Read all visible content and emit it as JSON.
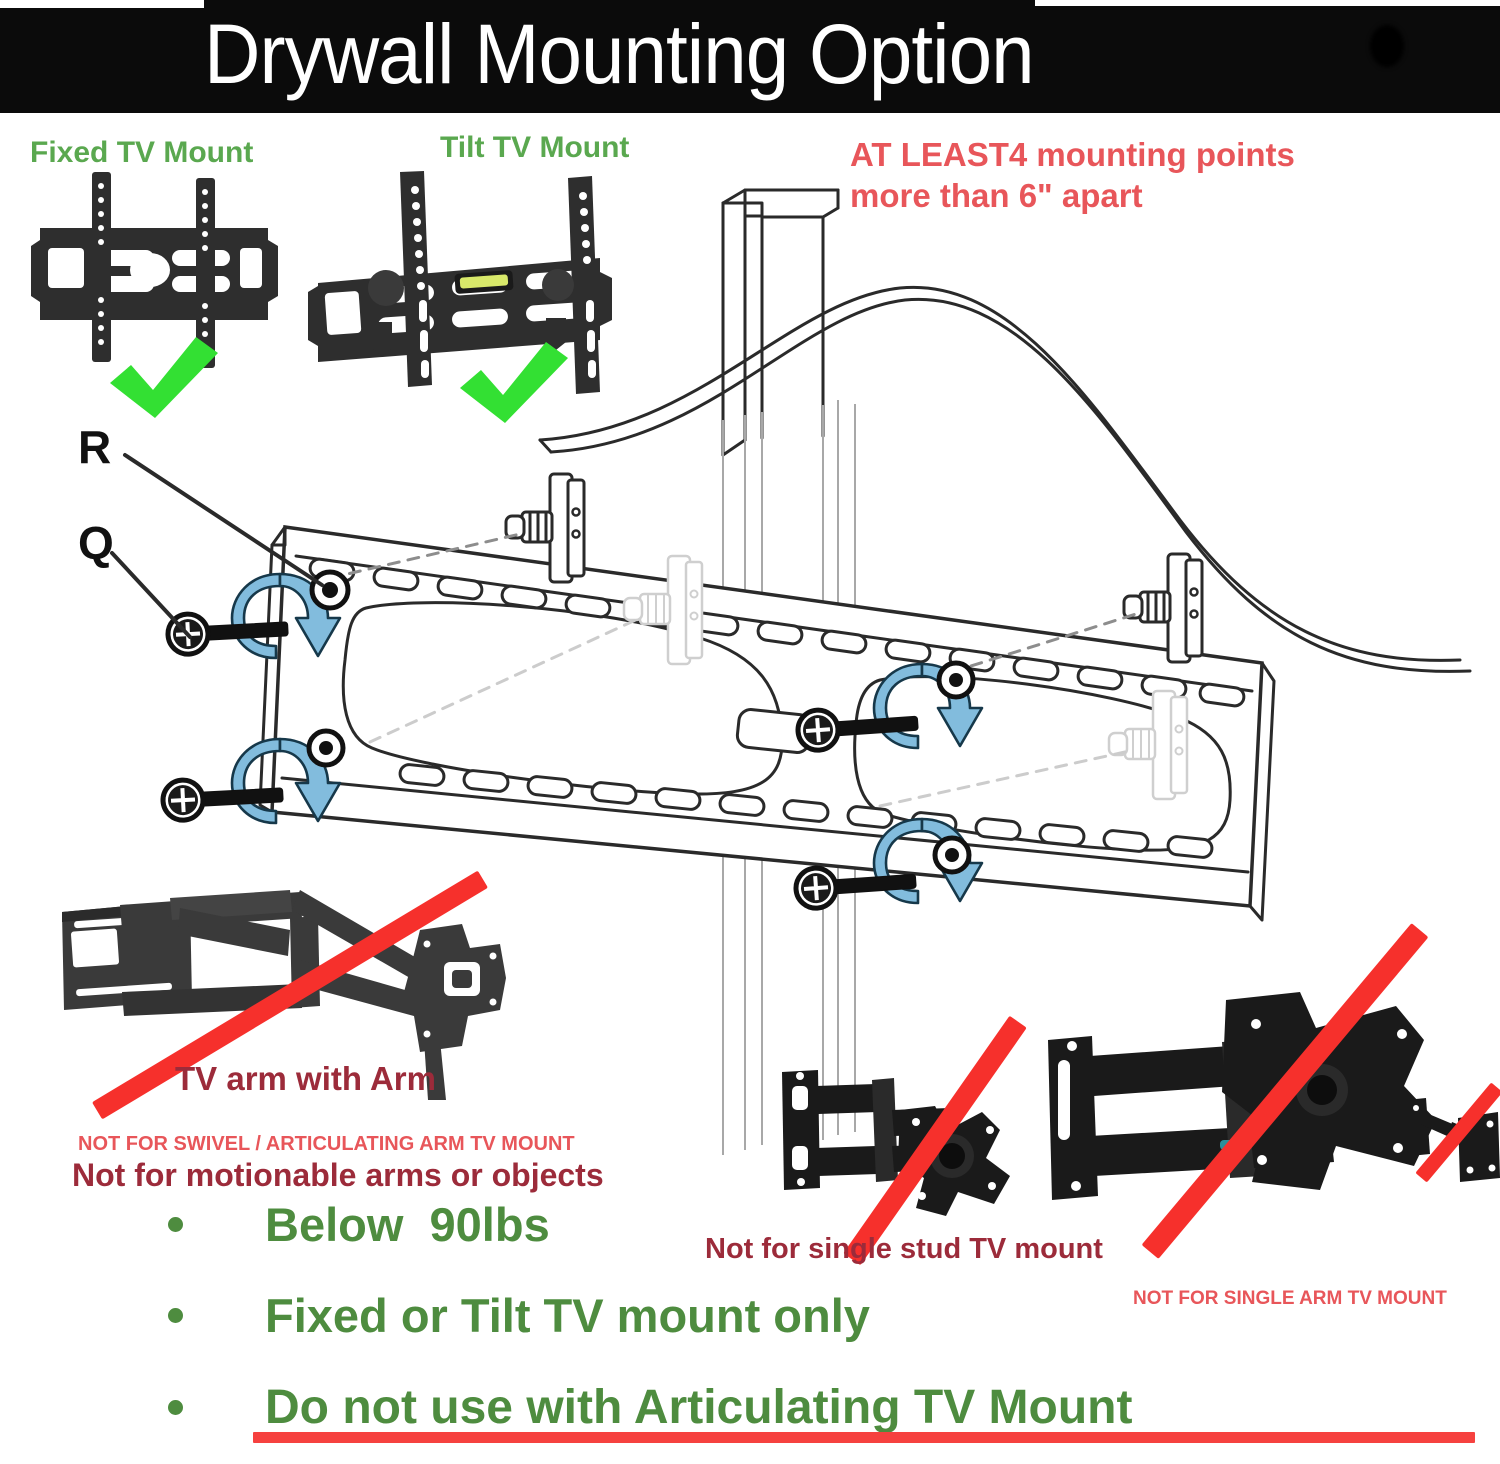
{
  "header": {
    "title": "Drywall Mounting Option",
    "background_color": "#0b0b0b",
    "text_color": "#ffffff"
  },
  "labels": {
    "fixed_mount": "Fixed TV Mount",
    "tilt_mount": "Tilt TV Mount",
    "mounting_points_warning": "AT LEAST4 mounting points\nmore than 6\" apart",
    "callout_r": "R",
    "callout_q": "Q",
    "tv_arm_with_arm": "TV arm with Arm",
    "not_for_swivel": "NOT FOR SWIVEL / ARTICULATING ARM TV MOUNT",
    "not_for_motionable": "Not for motionable arms or objects",
    "not_for_single_stud": "Not for single stud TV mount",
    "not_for_single_arm": "NOT FOR SINGLE ARM TV MOUNT"
  },
  "bullets": [
    {
      "text": "Below  90lbs",
      "underlined": false
    },
    {
      "text": "Fixed or Tilt TV mount only",
      "underlined": false
    },
    {
      "text": "Do not use with Articulating TV Mount",
      "underlined": true
    }
  ],
  "colors": {
    "green_title": "#5aa84f",
    "green_bullet": "#4e8c3f",
    "green_check": "#33e033",
    "red_warning": "#e8565a",
    "maroon": "#9c2b3a",
    "strike_red": "#f6302c",
    "arrow_blue": "#7fb8da",
    "line_dark": "#2a2a2a",
    "line_light": "#9a9a9a"
  },
  "icons": {
    "check_fixed": "green-check-icon",
    "check_tilt": "green-check-icon",
    "strike_arm": "red-strike-icon",
    "strike_single_stud": "red-strike-icon",
    "strike_single_arm": "red-strike-icon",
    "strike_small_arm": "red-strike-icon"
  }
}
